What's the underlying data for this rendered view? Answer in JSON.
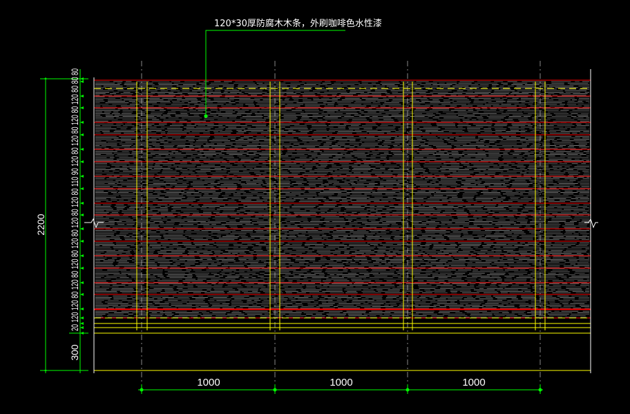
{
  "annotation": {
    "text": "120*30厚防腐木木条，外刷咖啡色水性漆"
  },
  "dimensions": {
    "total_height": "2200",
    "bottom_height": "300",
    "post_spacing": [
      "1000",
      "1000",
      "1000"
    ],
    "vertical_chain": "20 120 120 80 120 80 120 80 120 80 120 80 120 80 110 90 120 80 120 80 120 80 120 80 80 80"
  },
  "colors": {
    "background": "#000000",
    "dimension": "#00ff00",
    "plank_edge": "#ff0000",
    "post": "#ffff00",
    "hatch": "#c8c8c8",
    "leader": "#00ff00"
  }
}
